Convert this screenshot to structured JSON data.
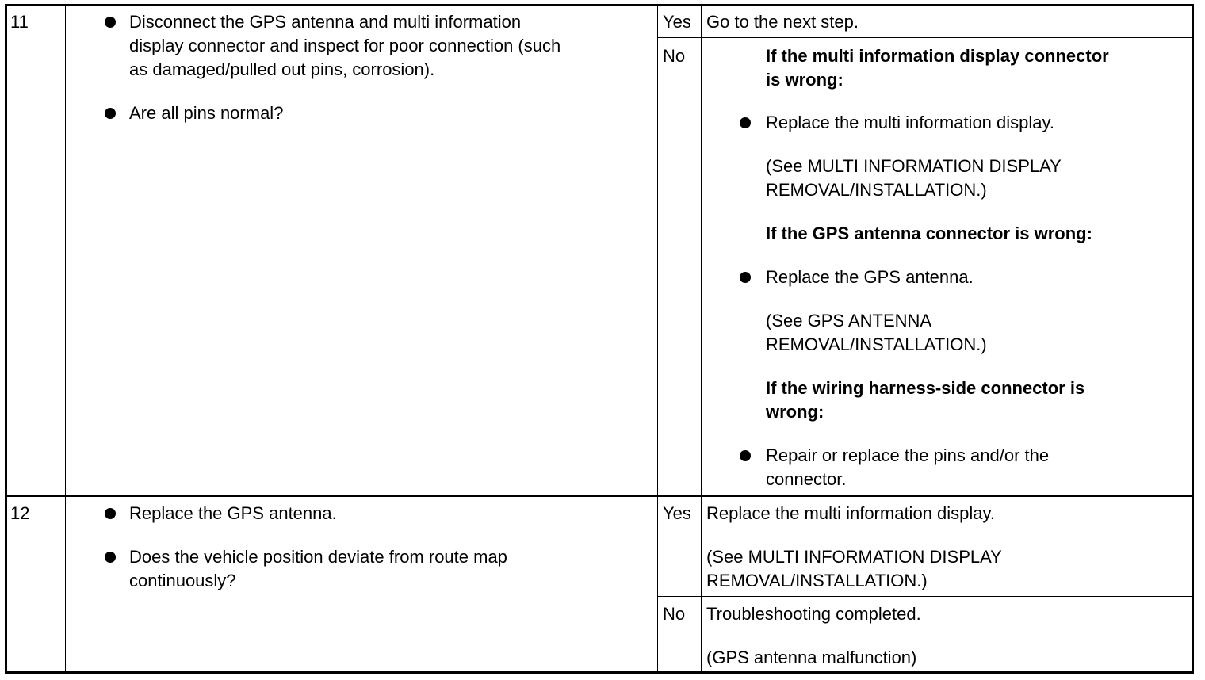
{
  "rows": [
    {
      "step": "11",
      "action": {
        "bullet1": [
          "Disconnect the GPS antenna and multi information",
          "display connector and inspect for poor connection (such",
          "as damaged/pulled out pins, corrosion)."
        ],
        "bullet2": "Are all pins normal?"
      },
      "yes": {
        "label": "Yes",
        "text": "Go to the next step."
      },
      "no": {
        "label": "No",
        "head1": [
          "If the multi information display connector",
          "is wrong:"
        ],
        "bullet1": "Replace the multi information display.",
        "ref1": [
          "(See MULTI INFORMATION DISPLAY",
          "REMOVAL/INSTALLATION.)"
        ],
        "head2": "If the GPS antenna connector is wrong:",
        "bullet2": "Replace the GPS antenna.",
        "ref2": [
          "(See GPS ANTENNA",
          "REMOVAL/INSTALLATION.)"
        ],
        "head3": [
          "If the wiring harness-side connector is",
          "wrong:"
        ],
        "bullet3": [
          "Repair or replace the pins and/or the",
          "connector."
        ]
      }
    },
    {
      "step": "12",
      "action": {
        "bullet1": "Replace the GPS antenna.",
        "bullet2": [
          "Does the vehicle position deviate from route map",
          "continuously?"
        ]
      },
      "yes": {
        "label": "Yes",
        "text": "Replace the multi information display.",
        "ref": [
          "(See MULTI INFORMATION DISPLAY",
          "REMOVAL/INSTALLATION.)"
        ]
      },
      "no": {
        "label": "No",
        "text": "Troubleshooting completed.",
        "note": "(GPS antenna malfunction)"
      }
    }
  ]
}
